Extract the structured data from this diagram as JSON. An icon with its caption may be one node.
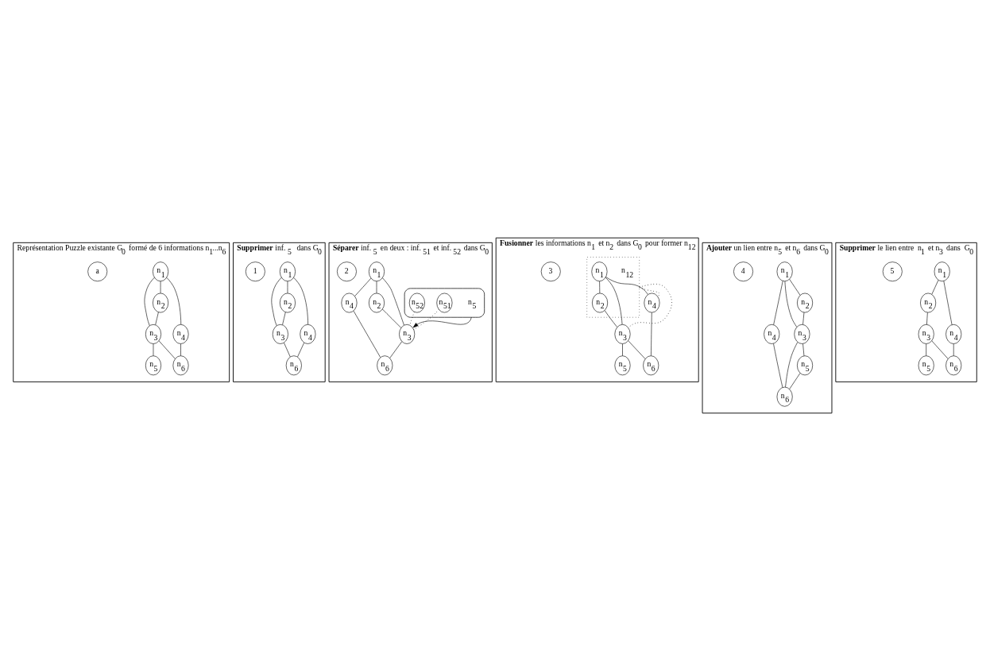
{
  "diagram": {
    "nodes": [
      {
        "text": [
          "Représentation Puzzle existante G$_{0}$ formé de 6 informations n$_{1}$...n$_{6}$"
        ]
      },
      {
        "text": [
          "n$_{5}$"
        ],
        "in": 0
      },
      {
        "text": [
          "n$_{1}$"
        ],
        "in": 0
      },
      {
        "text": [
          "n$_{3}$"
        ],
        "in": 0
      },
      {
        "text": [
          "n$_{2}$"
        ],
        "in": 0
      },
      {
        "text": [
          "n$_{6}$"
        ],
        "in": 0
      },
      {
        "text": [
          "n$_{4}$"
        ],
        "in": 0
      },
      {
        "text": [
          "a"
        ],
        "in": 0
      },
      {
        "text": [
          "**Supprimer** inf. $_{5}$  dans G$_{0}$"
        ]
      },
      {
        "text": [
          "n$_{1}$"
        ],
        "in": 8
      },
      {
        "text": [
          "n$_{3}$"
        ],
        "in": 8
      },
      {
        "text": [
          "n$_{2}$"
        ],
        "in": 8
      },
      {
        "text": [
          "n$_{6}$"
        ],
        "in": 8
      },
      {
        "text": [
          "n$_{4}$"
        ],
        "in": 8
      },
      {
        "text": [
          "1"
        ],
        "in": 8
      },
      {
        "text": [
          "**Séparer** inf. $_{5}$ en deux : inf. $_{51}$ et inf. $_{52}$ dans G$_{0}$"
        ]
      },
      {
        "text": [
          "n$_{5}$"
        ],
        "in": 15
      },
      {
        "text": [
          "n$_{51}$"
        ],
        "in": 16
      },
      {
        "text": [
          "n$_{52}$"
        ],
        "in": 16
      },
      {
        "text": [
          "n$_{1}$"
        ],
        "in": 15
      },
      {
        "text": [
          "n$_{3}$"
        ],
        "in": 15
      },
      {
        "text": [
          "n$_{2}$"
        ],
        "in": 15
      },
      {
        "text": [
          "n$_{6}$"
        ],
        "in": 15
      },
      {
        "text": [
          "n$_{4}$"
        ],
        "in": 15
      },
      {
        "text": [
          "2"
        ],
        "in": 15
      },
      {
        "text": [
          "**Fusionner** les informations n$_{1}$ et n$_{2}$ dans G$_{0}$ pour former n$_{12}$"
        ]
      },
      {
        "text": [
          "n$_{12}$"
        ],
        "in": 25
      },
      {
        "text": [
          "n$_{1}$"
        ],
        "in": 26
      },
      {
        "text": [
          "n$_{2}$"
        ],
        "in": 26
      },
      {
        "text": [
          "n$_{5}$"
        ],
        "in": 25
      },
      {
        "text": [
          "n$_{3}$"
        ],
        "in": 25
      },
      {
        "text": [
          "n$_{6}$"
        ],
        "in": 25
      },
      {
        "text": [
          "n$_{4}$"
        ],
        "in": 25
      },
      {
        "text": [
          "3"
        ],
        "in": 25
      },
      {
        "text": [
          "**Ajouter** un lien entre n$_{5}$ et n$_{6}$ dans G$_{0}$"
        ]
      },
      {
        "text": [
          "n$_{5}$"
        ],
        "in": 34
      },
      {
        "text": [
          "n$_{1}$"
        ],
        "in": 34
      },
      {
        "text": [
          "n$_{3}$"
        ],
        "in": 34
      },
      {
        "text": [
          "n$_{2}$"
        ],
        "in": 34
      },
      {
        "text": [
          "n$_{6}$"
        ],
        "in": 34
      },
      {
        "text": [
          "n$_{4}$"
        ],
        "in": 34
      },
      {
        "text": [
          "4"
        ],
        "in": 34
      },
      {
        "text": [
          "**Supprimer** le lien entre  n$_{1}$ et n$_{3}$ dans  G$_{0}$"
        ]
      },
      {
        "text": [
          "n$_{5}$"
        ],
        "in": 42
      },
      {
        "text": [
          "n$_{1}$"
        ],
        "in": 42
      },
      {
        "text": [
          "n$_{3}$"
        ],
        "in": 42
      },
      {
        "text": [
          "n$_{2}$"
        ],
        "in": 42
      },
      {
        "text": [
          "n$_{6}$"
        ],
        "in": 42
      },
      {
        "text": [
          "n$_{4}$"
        ],
        "in": 42
      },
      {
        "text": [
          "5"
        ],
        "in": 42
      }
    ],
    "edges": [
      {
        "from": 2,
        "to": 4,
        "arrow": "none"
      },
      {
        "from": 2,
        "to": 3,
        "arrow": "none"
      },
      {
        "from": 2,
        "to": 6,
        "arrow": "none"
      },
      {
        "from": 4,
        "to": 3,
        "arrow": "none"
      },
      {
        "from": 3,
        "to": 1,
        "arrow": "none"
      },
      {
        "from": 3,
        "to": 5,
        "arrow": "none"
      },
      {
        "from": 6,
        "to": 5,
        "arrow": "none"
      },
      {
        "from": 9,
        "to": 11,
        "arrow": "none"
      },
      {
        "from": 9,
        "to": 10,
        "arrow": "none"
      },
      {
        "from": 9,
        "to": 13,
        "arrow": "none"
      },
      {
        "from": 11,
        "to": 10,
        "arrow": "none"
      },
      {
        "from": 10,
        "to": 12,
        "arrow": "none"
      },
      {
        "from": 13,
        "to": 12,
        "arrow": "none"
      },
      {
        "from": 19,
        "to": 21,
        "arrow": "none"
      },
      {
        "from": 19,
        "to": 20,
        "arrow": "none"
      },
      {
        "from": 19,
        "to": 23,
        "arrow": "none"
      },
      {
        "from": 21,
        "to": 20,
        "arrow": "none"
      },
      {
        "from": 20,
        "to": 22,
        "arrow": "none"
      },
      {
        "from": 23,
        "to": 22,
        "arrow": "none"
      },
      {
        "from": 16,
        "to": 20,
        "arrow": "to"
      },
      {
        "from": 17,
        "to": 20,
        "arrow": "none",
        "style": "dashed"
      },
      {
        "from": 18,
        "to": 20,
        "arrow": "none",
        "style": "dashed"
      },
      {
        "from": 27,
        "to": 28,
        "arrow": "none"
      },
      {
        "from": 27,
        "to": 30,
        "arrow": "none"
      },
      {
        "from": 27,
        "to": 32,
        "arrow": "none"
      },
      {
        "from": 28,
        "to": 30,
        "arrow": "none"
      },
      {
        "from": 30,
        "to": 29,
        "arrow": "none"
      },
      {
        "from": 30,
        "to": 31,
        "arrow": "none"
      },
      {
        "from": 32,
        "to": 31,
        "arrow": "none"
      },
      {
        "from": 26,
        "to": 30,
        "arrow": "none",
        "style": "dashed"
      },
      {
        "from": 26,
        "to": 32,
        "arrow": "none",
        "style": "dashed"
      },
      {
        "from": 36,
        "to": 38,
        "arrow": "none"
      },
      {
        "from": 36,
        "to": 37,
        "arrow": "none"
      },
      {
        "from": 36,
        "to": 40,
        "arrow": "none"
      },
      {
        "from": 38,
        "to": 37,
        "arrow": "none"
      },
      {
        "from": 37,
        "to": 35,
        "arrow": "none"
      },
      {
        "from": 37,
        "to": 39,
        "arrow": "none"
      },
      {
        "from": 35,
        "to": 39,
        "arrow": "none"
      },
      {
        "from": 40,
        "to": 39,
        "arrow": "none"
      },
      {
        "from": 44,
        "to": 46,
        "arrow": "none"
      },
      {
        "from": 44,
        "to": 48,
        "arrow": "none"
      },
      {
        "from": 46,
        "to": 45,
        "arrow": "none"
      },
      {
        "from": 45,
        "to": 43,
        "arrow": "none"
      },
      {
        "from": 45,
        "to": 47,
        "arrow": "none"
      },
      {
        "from": 48,
        "to": 47,
        "arrow": "none"
      }
    ]
  }
}
